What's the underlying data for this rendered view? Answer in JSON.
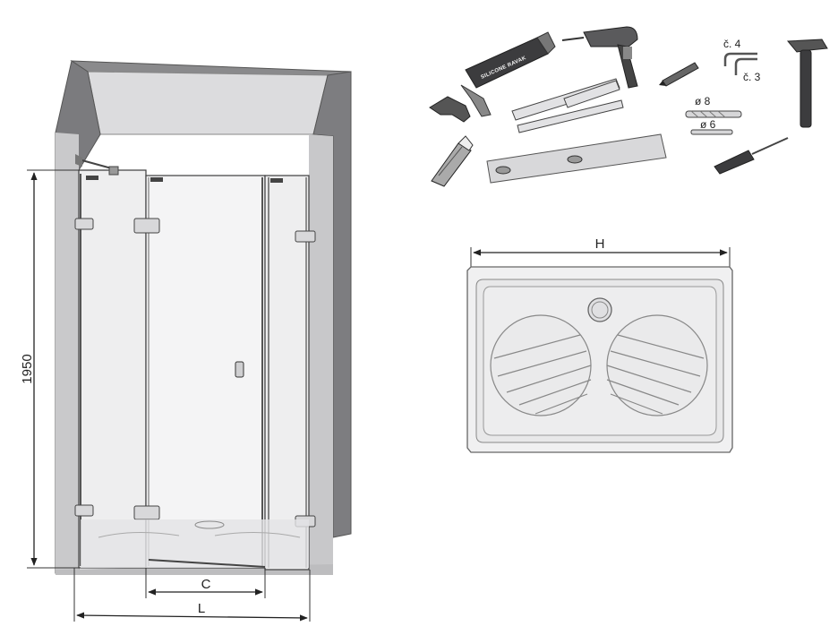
{
  "colors": {
    "wall": "#8a8a8c",
    "wall_dark": "#6f6f72",
    "wall_face": "#dcdcde",
    "glass": "#f3f3f4",
    "frame": "#3c3c3e",
    "line": "#333333",
    "tray": "#e6e6e7",
    "tool_dark": "#444446",
    "tool_mid": "#8d8d90",
    "tool_light": "#d4d4d6"
  },
  "shower": {
    "height_label": "1950",
    "door_width_label": "C",
    "total_width_label": "L"
  },
  "tools": {
    "silicone_text": "SILICONE RAVAK",
    "allen_key_4": "č. 4",
    "allen_key_3": "č. 3",
    "drill_bit_8": "ø 8",
    "drill_bit_6": "ø 6",
    "icons": [
      "silicone-gun-icon",
      "drill-icon",
      "pencil-icon",
      "allen-key-icon",
      "hammer-icon",
      "folding-ruler-icon",
      "drill-bit-icon",
      "utility-knife-icon",
      "spirit-level-icon",
      "screwdriver-icon"
    ]
  },
  "tray": {
    "width_label": "H"
  }
}
